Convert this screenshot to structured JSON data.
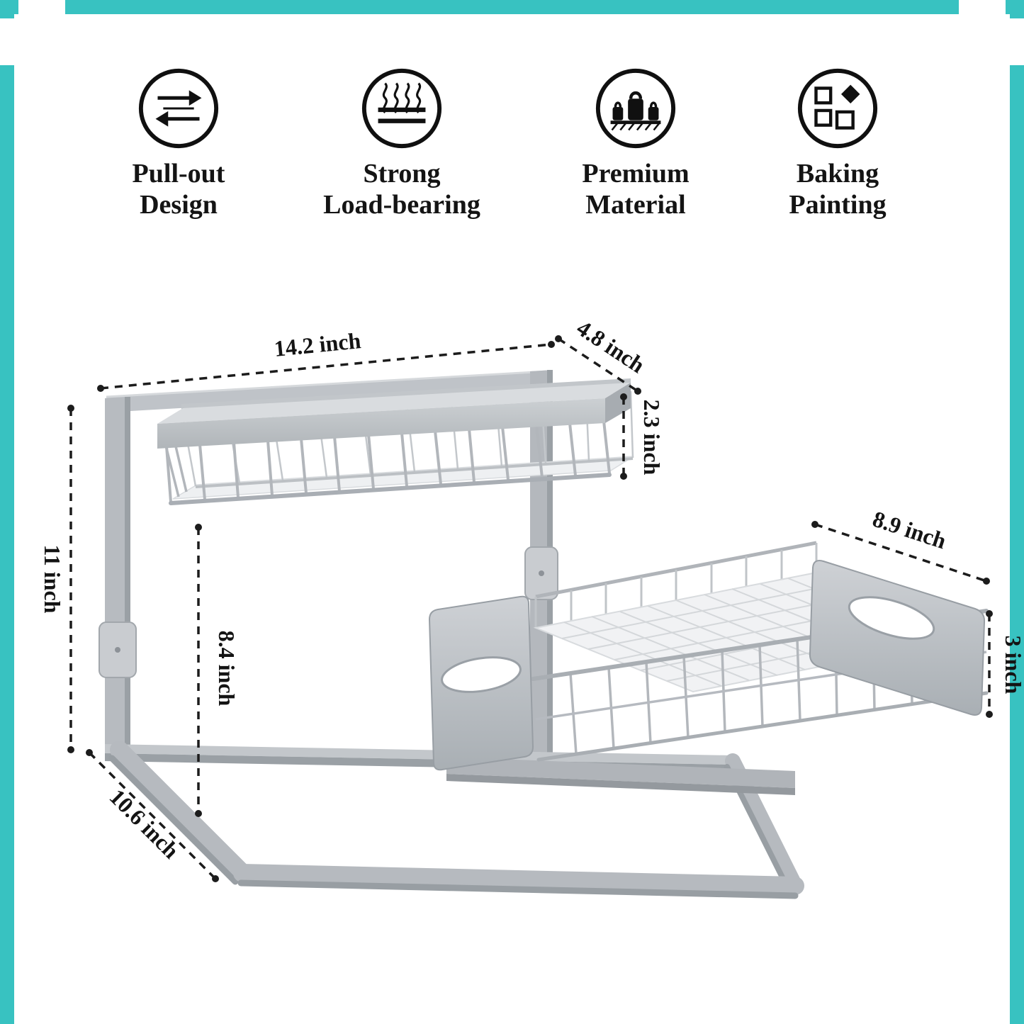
{
  "features": [
    {
      "line1": "Pull-out",
      "line2": "Design"
    },
    {
      "line1": "Strong",
      "line2": "Load-bearing"
    },
    {
      "line1": "Premium",
      "line2": "Material"
    },
    {
      "line1": "Baking",
      "line2": "Painting"
    }
  ],
  "dimensions": {
    "top_width": "14.2 inch",
    "top_depth": "4.8 inch",
    "top_basket_height": "2.3 inch",
    "total_height": "11 inch",
    "tier_clearance": "8.4 inch",
    "bottom_width": "8.9 inch",
    "bottom_basket_height": "3 inch",
    "base_depth": "10.6 inch"
  },
  "colors": {
    "frame_accent": "#38C2C1",
    "product_gray": "#b7bbc0",
    "dimension_ink": "#1c1c1c"
  }
}
